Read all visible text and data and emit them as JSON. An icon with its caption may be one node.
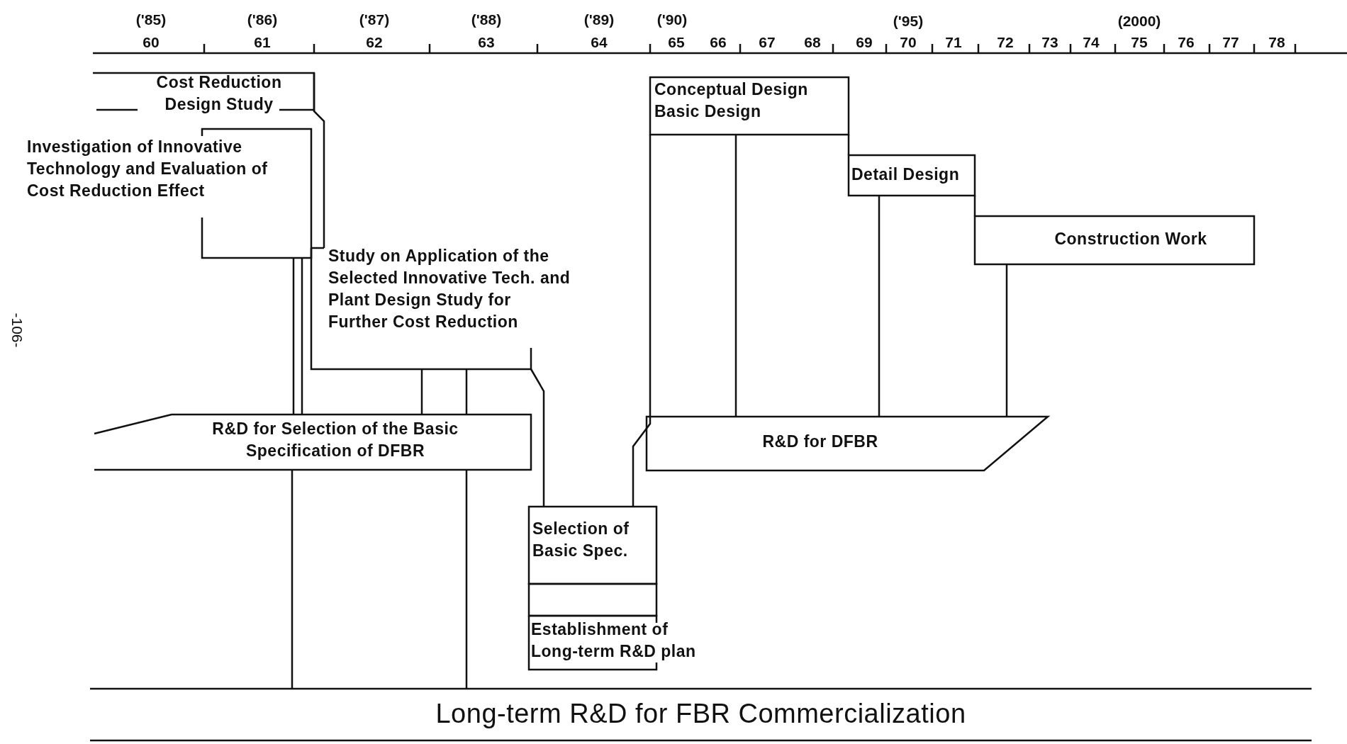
{
  "diagram": {
    "nodes": [
      {
        "text": [
          "Cost Reduction Design Study"
        ]
      },
      {
        "text": [
          "Investigation of Innovative Technology and Evaluation of Cost Reduction Effect"
        ]
      },
      {
        "text": [
          "Study on Application of the Selected Innovative Tech. and Plant Design Study for Further Cost Reduction"
        ]
      },
      {
        "text": [
          "R&D for Selection of the Basic Specification of DFBR"
        ]
      },
      {
        "text": [
          "Selection of Basic Spec."
        ]
      },
      {
        "text": [],
        "shape": "box"
      },
      {
        "text": [
          "Establishment of Long-term R&D plan"
        ]
      },
      {
        "text": [
          "Conceptual Design Basic Design"
        ]
      },
      {
        "text": [
          "Detail Design"
        ]
      },
      {
        "text": [
          "Construction Work"
        ]
      },
      {
        "text": [
          "R&D for DFBR"
        ]
      },
      {
        "text": [
          "Long-term R&D for FBR Commercialization"
        ]
      }
    ],
    "edges": [
      {
        "from": 0,
        "to": 2,
        "arrow": "none"
      },
      {
        "from": 1,
        "to": 3,
        "arrow": "none"
      },
      {
        "from": 1,
        "to": 3,
        "arrow": "none"
      },
      {
        "from": 2,
        "to": 3,
        "arrow": "none"
      },
      {
        "from": 2,
        "to": 3,
        "arrow": "none"
      },
      {
        "from": 2,
        "to": 4,
        "arrow": "none"
      },
      {
        "from": 3,
        "to": 11,
        "arrow": "none"
      },
      {
        "from": 3,
        "to": 11,
        "arrow": "none"
      },
      {
        "from": 4,
        "to": 7,
        "arrow": "none"
      },
      {
        "from": 7,
        "to": 10,
        "arrow": "none"
      },
      {
        "from": 7,
        "to": 8,
        "arrow": "none"
      },
      {
        "from": 8,
        "to": 10,
        "arrow": "none"
      },
      {
        "from": 8,
        "to": 9,
        "arrow": "none"
      },
      {
        "from": 9,
        "to": 10,
        "arrow": "none"
      }
    ],
    "labels": [
      "('85)",
      "('86)",
      "('87)",
      "('88)",
      "('89)",
      "('90)",
      "('95)",
      "(2000)",
      "60",
      "61",
      "62",
      "63",
      "64",
      "65",
      "66",
      "67",
      "68",
      "69",
      "70",
      "71",
      "72",
      "73",
      "74",
      "75",
      "76",
      "77",
      "78",
      "-106-"
    ]
  }
}
